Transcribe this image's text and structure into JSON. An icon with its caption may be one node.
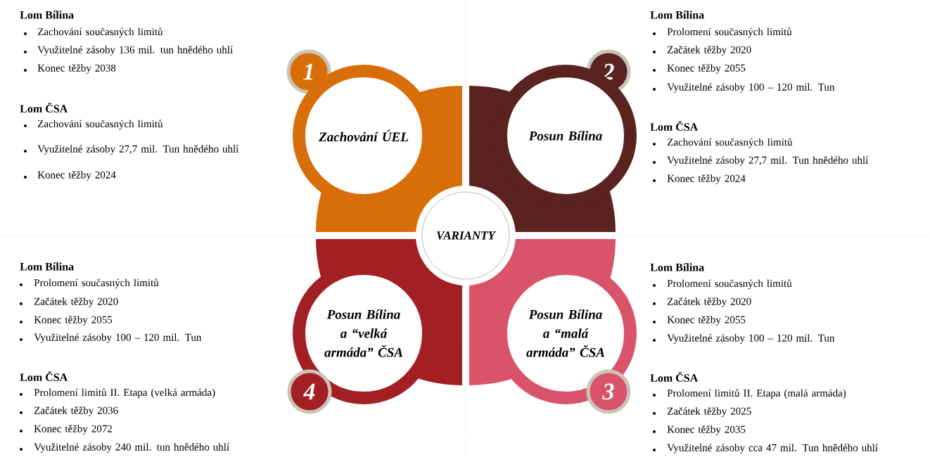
{
  "diagram": {
    "nodes": [
      {
        "text": [
          "1"
        ]
      },
      {
        "text": [
          "Zachování ÚEL"
        ]
      },
      {
        "text": [
          "2"
        ]
      },
      {
        "text": [
          "Posun Bílina"
        ]
      },
      {
        "text": [
          "VARIANTY"
        ]
      },
      {
        "text": [
          "Posun Bílina a “velká armáda” ČSA"
        ]
      },
      {
        "text": [
          "Posun Bílina a “malá armáda” ČSA"
        ]
      },
      {
        "text": [
          "4"
        ]
      },
      {
        "text": [
          "3"
        ]
      }
    ],
    "labels": [
      "Lom Bílina",
      "Zachování současných limitů",
      "Využitelné zásoby 136 mil. tun hnědého uhlí",
      "Konec těžby 2038",
      "Lom ČSA",
      "Zachování současných limitů",
      "Využitelné zásoby 27,7 mil. Tun hnědého uhlí",
      "Konec těžby 2024",
      "Lom Bílina",
      "Prolomení současných limitů",
      "Začátek těžby 2020",
      "Konec těžby 2055",
      "Využitelné zásoby 100 – 120 mil. Tun",
      "Lom ČSA",
      "Zachování současných limitů",
      "Využitelné zásoby 27,7 mil. Tun hnědého uhlí",
      "Konec těžby 2024",
      "Lom Bílina",
      "Prolomení současných limitů",
      "Začátek těžby 2020",
      "Konec těžby 2055",
      "Využitelné zásoby 100 – 120 mil. Tun",
      "Lom ČSA",
      "Prolomení limitů II. Etapa (velká armáda)",
      "Začátek těžby 2036",
      "Konec těžby 2072",
      "Využitelné zásoby 240 mil. tun hnědého uhlí",
      "Lom Bílina",
      "Prolomení současných limitů",
      "Začátek těžby 2020",
      "Konec těžby 2055",
      "Využitelné zásoby 100 – 120 mil. Tun",
      "Lom ČSA",
      "Prolomení limitů II. Etapa (malá armáda)",
      "Začátek těžby 2025",
      "Konec těžby 2035",
      "Využitelné zásoby cca 47 mil. Tun hnědého uhlí"
    ]
  }
}
